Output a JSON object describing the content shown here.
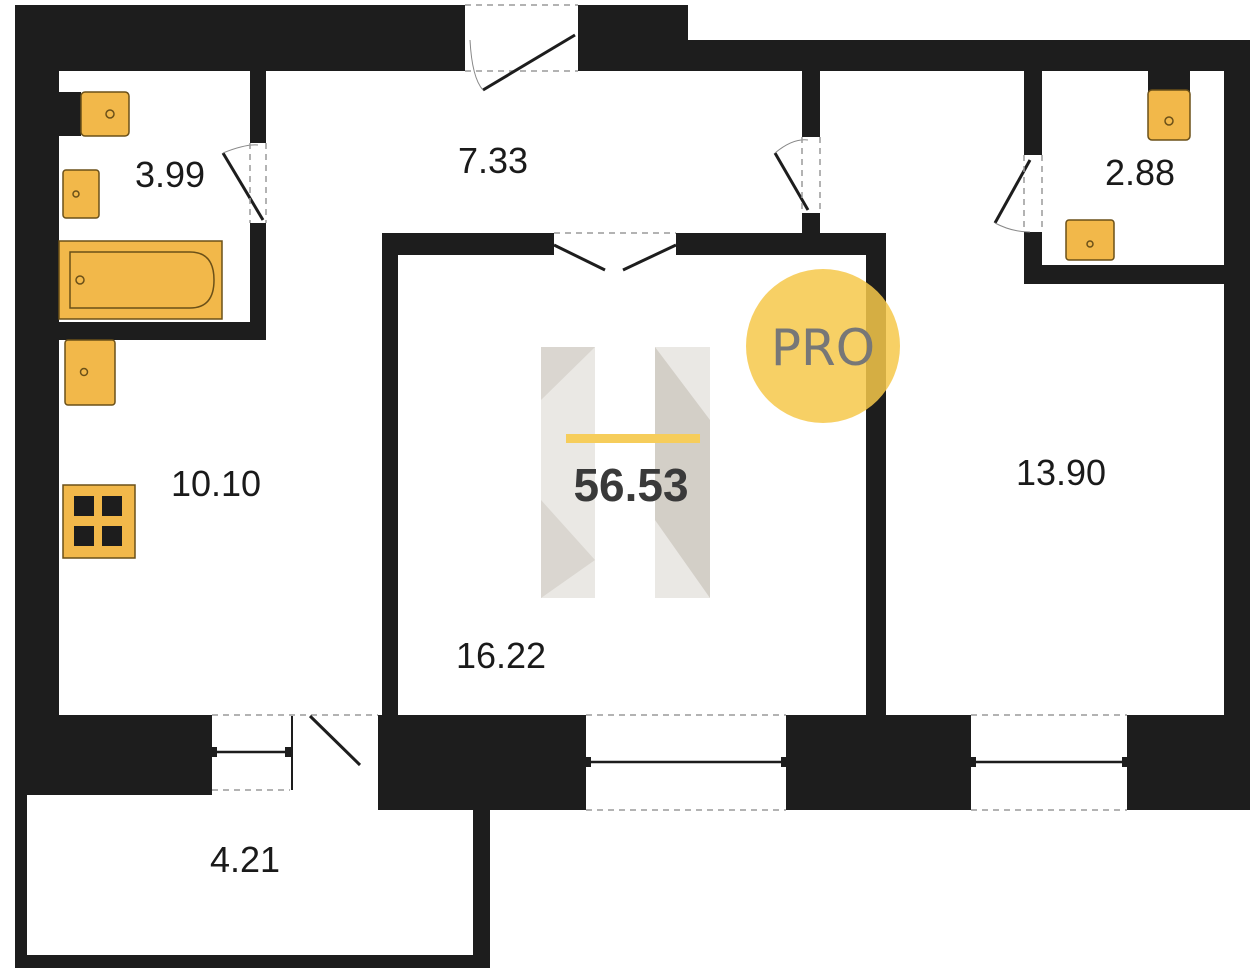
{
  "colors": {
    "wall": "#1d1d1d",
    "floor": "#ffffff",
    "fixture": "#f2b84a",
    "badge": "#f6c84a",
    "watermark_light": "#e8e6e2",
    "watermark_dark": "#cfcac2"
  },
  "rooms": [
    {
      "id": "bathroom",
      "area": "3.99"
    },
    {
      "id": "hallway",
      "area": "7.33"
    },
    {
      "id": "toilet",
      "area": "2.88"
    },
    {
      "id": "kitchen",
      "area": "10.10"
    },
    {
      "id": "living-room",
      "area": "16.22"
    },
    {
      "id": "bedroom",
      "area": "13.90"
    },
    {
      "id": "balcony",
      "area": "4.21"
    }
  ],
  "total_area": "56.53",
  "badge": {
    "text": "PRO"
  },
  "fixtures": [
    "toilet-icon",
    "sink-icon",
    "bathtub-icon",
    "stove-icon"
  ]
}
